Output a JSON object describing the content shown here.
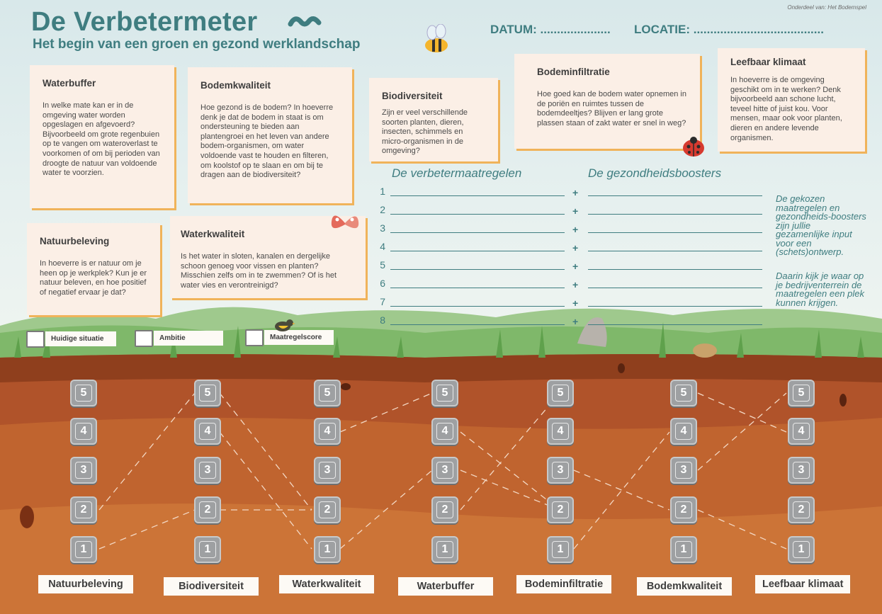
{
  "credit": "Onderdeel van: Het Bodemspel",
  "header": {
    "title": "De Verbetermeter",
    "subtitle": "Het begin van een groen en gezond werklandschap",
    "datum": "DATUM: .....................",
    "locatie": "LOCATIE: ......................................."
  },
  "cards": {
    "waterbuffer": {
      "title": "Waterbuffer",
      "body": "In welke mate kan er in de omgeving water worden opgeslagen en afgevoerd? Bijvoorbeeld om grote regenbuien op te vangen om wateroverlast te voorkomen of om bij perioden van droogte de natuur van voldoende water te voorzien."
    },
    "bodemkwaliteit": {
      "title": "Bodemkwaliteit",
      "body": "Hoe gezond is de bodem? In hoeverre denk je dat de bodem in staat is om ondersteuning te bieden aan plantengroei en het leven van andere bodem-organismen, om water voldoende vast te houden en filteren, om koolstof op te slaan en om bij te dragen aan de biodiversiteit?"
    },
    "biodiversiteit": {
      "title": "Biodiversiteit",
      "body": "Zijn er veel verschillende soorten planten, dieren, insecten, schimmels en micro-organismen in de omgeving?"
    },
    "bodeminfiltratie": {
      "title": "Bodeminfiltratie",
      "body": "Hoe goed kan de bodem water opnemen in de poriën en ruimtes tussen de bodemdeeltjes? Blijven er lang grote plassen staan of zakt water er snel in weg?"
    },
    "leefbaar": {
      "title": "Leefbaar klimaat",
      "body": "In hoeverre is de omgeving geschikt om in te werken? Denk bijvoorbeeld aan schone lucht, teveel hitte of juist kou. Voor mensen, maar ook voor planten, dieren en andere levende organismen."
    },
    "natuurbeleving": {
      "title": "Natuurbeleving",
      "body": "In hoeverre is er natuur om je heen op je werkplek? Kun je er natuur beleven, en hoe positief of negatief ervaar je dat?"
    },
    "waterkwaliteit": {
      "title": "Waterkwaliteit",
      "body": "Is het water in sloten, kanalen en dergelijke schoon genoeg voor vissen en planten? Misschien zelfs om in te zwemmen? Of is het water vies en verontreinigd?"
    }
  },
  "grid": {
    "left_head": "De verbetermaatregelen",
    "right_head": "De gezondheidsboosters",
    "rows": [
      "1",
      "2",
      "3",
      "4",
      "5",
      "6",
      "7",
      "8"
    ],
    "plus": "+"
  },
  "side_text": {
    "p1": "De gekozen maatregelen en gezondheids-boosters zijn jullie gezamenlijke input voor een (schets)ontwerp.",
    "p2": "Daarin kijk je waar op je bedrijventerrein de maatregelen een plek kunnen krijgen."
  },
  "legend": {
    "huidige": "Huidige situatie",
    "ambitie": "Ambitie",
    "maatregel": "Maatregelscore"
  },
  "scale_values": [
    "5",
    "4",
    "3",
    "2",
    "1"
  ],
  "columns": [
    "Natuurbeleving",
    "Biodiversiteit",
    "Waterkwaliteit",
    "Waterbuffer",
    "Bodeminfiltratie",
    "Bodemkwaliteit",
    "Leefbaar klimaat"
  ],
  "colors": {
    "teal": "#3f7d80",
    "card": "#fbefe6",
    "accent": "#f0b35a",
    "soil": "#b85a2a"
  }
}
